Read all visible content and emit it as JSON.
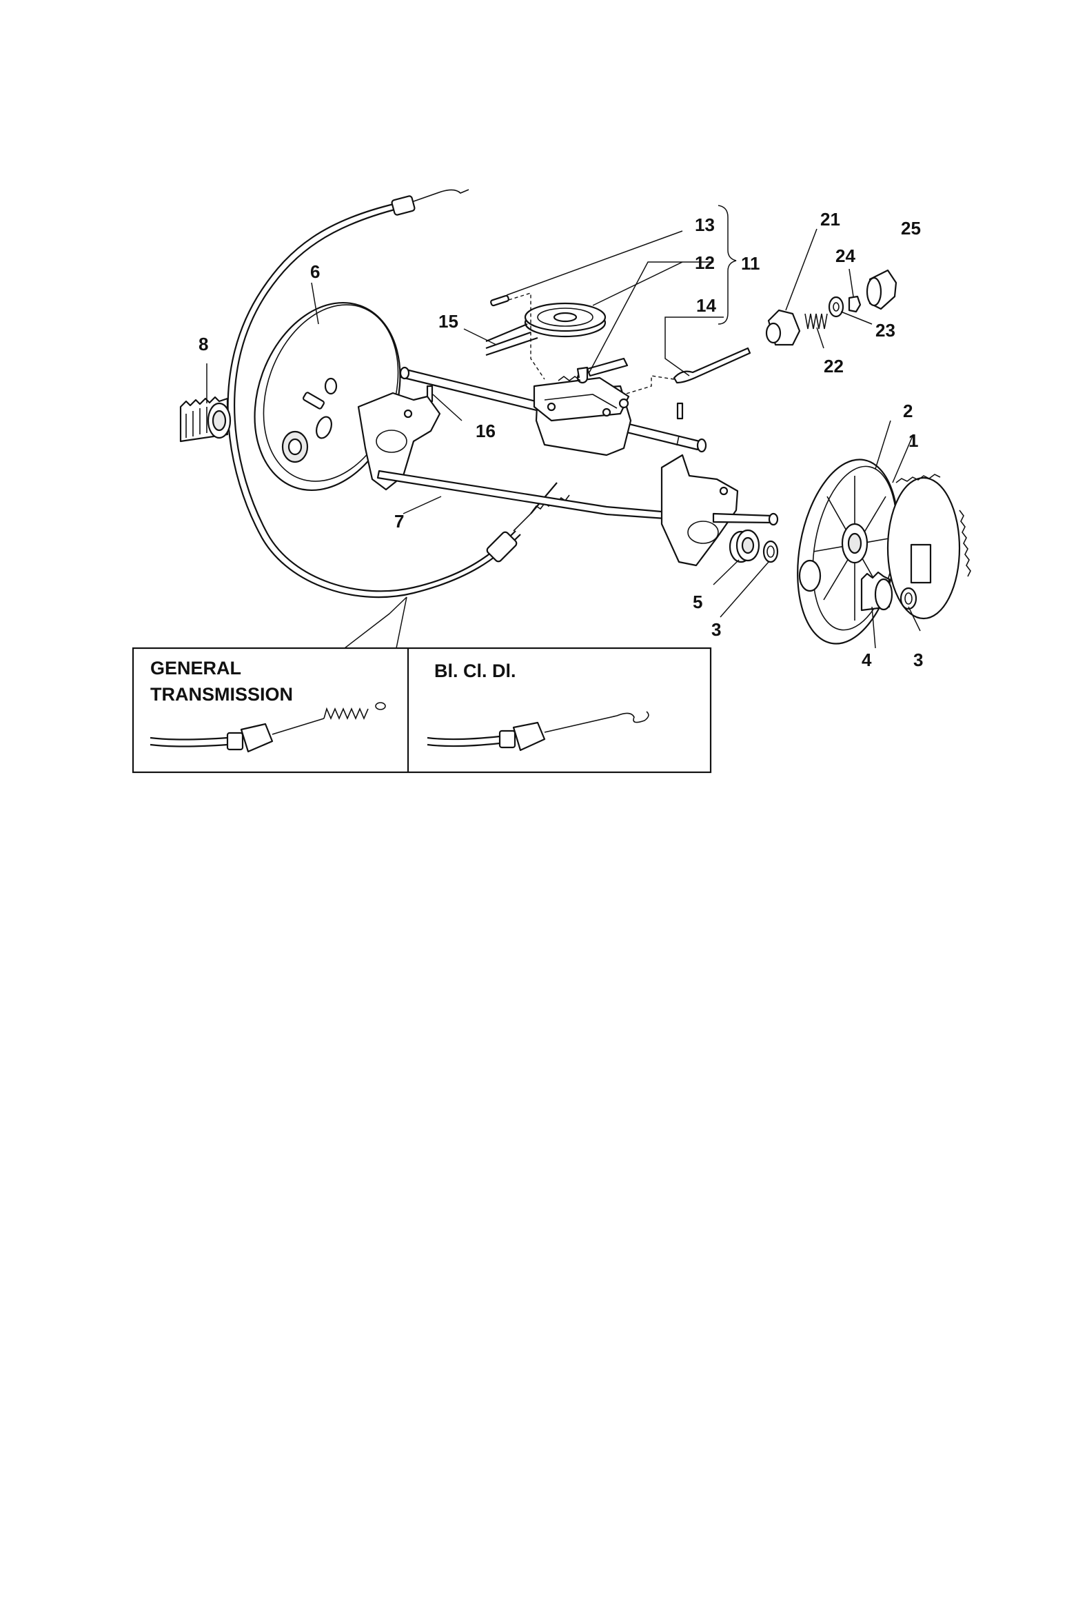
{
  "diagram": {
    "callouts": {
      "c1": "1",
      "c2": "2",
      "c3a": "3",
      "c3b": "3",
      "c4": "4",
      "c5": "5",
      "c6": "6",
      "c7": "7",
      "c8": "8",
      "c11": "11",
      "c12": "12",
      "c13": "13",
      "c14": "14",
      "c15": "15",
      "c16": "16",
      "c21": "21",
      "c22": "22",
      "c23": "23",
      "c24": "24",
      "c25": "25"
    },
    "inset": {
      "left_title_line1": "GENERAL",
      "left_title_line2": "TRANSMISSION",
      "right_title": "Bl. Cl. Dl."
    }
  }
}
